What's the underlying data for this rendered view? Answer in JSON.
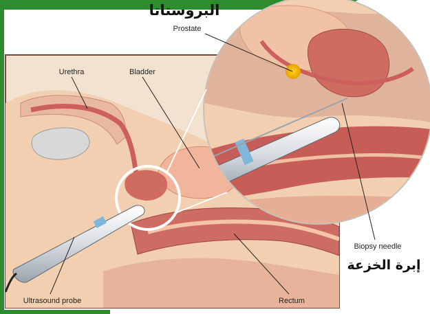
{
  "header": {
    "arabic_title": "البروستاتا"
  },
  "labels": {
    "prostate": "Prostate",
    "urethra": "Urethra",
    "bladder": "Bladder",
    "biopsy_needle": "Biopsy needle",
    "biopsy_needle_ar": "إبرة الخزعة",
    "ultrasound_probe": "Ultrasound probe",
    "rectum": "Rectum"
  },
  "colors": {
    "accent_green": "#2e8b2e",
    "frame": "#7a4a33",
    "tissue": "#f1cfb0",
    "muscle": "#c95f5b"
  }
}
